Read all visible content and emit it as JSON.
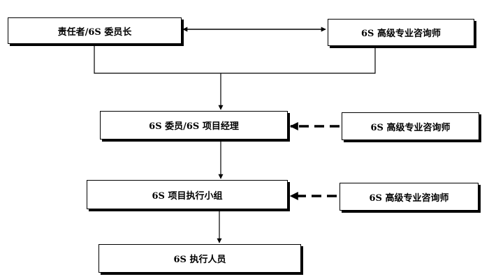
{
  "diagram": {
    "nodes": {
      "committee_head": "责任者/6S 委员长",
      "consultant_top": "6S 高级专业咨询师",
      "project_manager": "6S 委员/6S 项目经理",
      "consultant_middle": "6S 高级专业咨询师",
      "project_team": "6S 项目执行小组",
      "consultant_bottom": "6S 高级专业咨询师",
      "executors": "6S 执行人员"
    },
    "edges": [
      {
        "from": "committee_head",
        "to": "consultant_top",
        "style": "solid",
        "direction": "both"
      },
      {
        "from": "committee_head",
        "to": "project_manager",
        "style": "solid",
        "direction": "forward"
      },
      {
        "from": "consultant_top",
        "to": "project_manager",
        "style": "solid",
        "direction": "forward"
      },
      {
        "from": "consultant_middle",
        "to": "project_manager",
        "style": "dashed",
        "direction": "forward"
      },
      {
        "from": "project_manager",
        "to": "project_team",
        "style": "solid",
        "direction": "forward"
      },
      {
        "from": "consultant_bottom",
        "to": "project_team",
        "style": "dashed",
        "direction": "forward"
      },
      {
        "from": "project_team",
        "to": "executors",
        "style": "solid",
        "direction": "forward"
      }
    ],
    "colors": {
      "line": "#000000",
      "box_border": "#000000",
      "box_fill": "#ffffff",
      "text": "#000000"
    }
  }
}
